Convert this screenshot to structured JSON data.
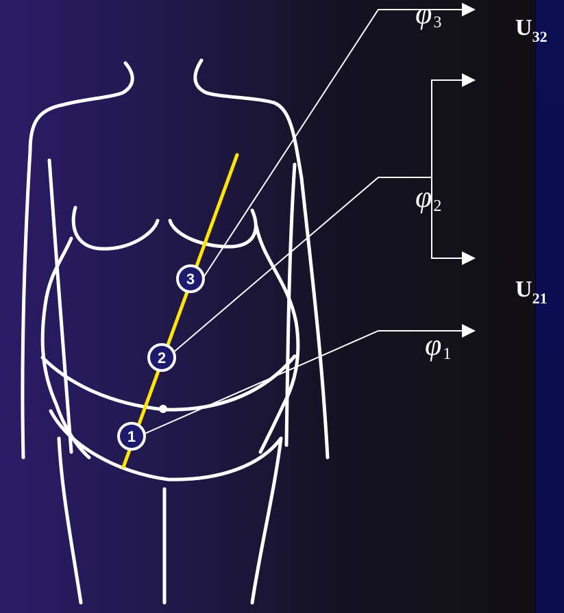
{
  "electrodes": [
    {
      "id": "electrode-1",
      "label": "1"
    },
    {
      "id": "electrode-2",
      "label": "2"
    },
    {
      "id": "electrode-3",
      "label": "3"
    }
  ],
  "potentials": {
    "phi1": {
      "symbol": "φ",
      "sub": "1"
    },
    "phi2": {
      "symbol": "φ",
      "sub": "2"
    },
    "phi3": {
      "symbol": "φ",
      "sub": "3"
    }
  },
  "voltages": {
    "u32": {
      "symbol": "U",
      "sub": "32"
    },
    "u21": {
      "symbol": "U",
      "sub": "21"
    }
  },
  "colors": {
    "axis": "#ffe600",
    "outline": "#ffffff",
    "electrode_fill": "#1e1a6e"
  }
}
